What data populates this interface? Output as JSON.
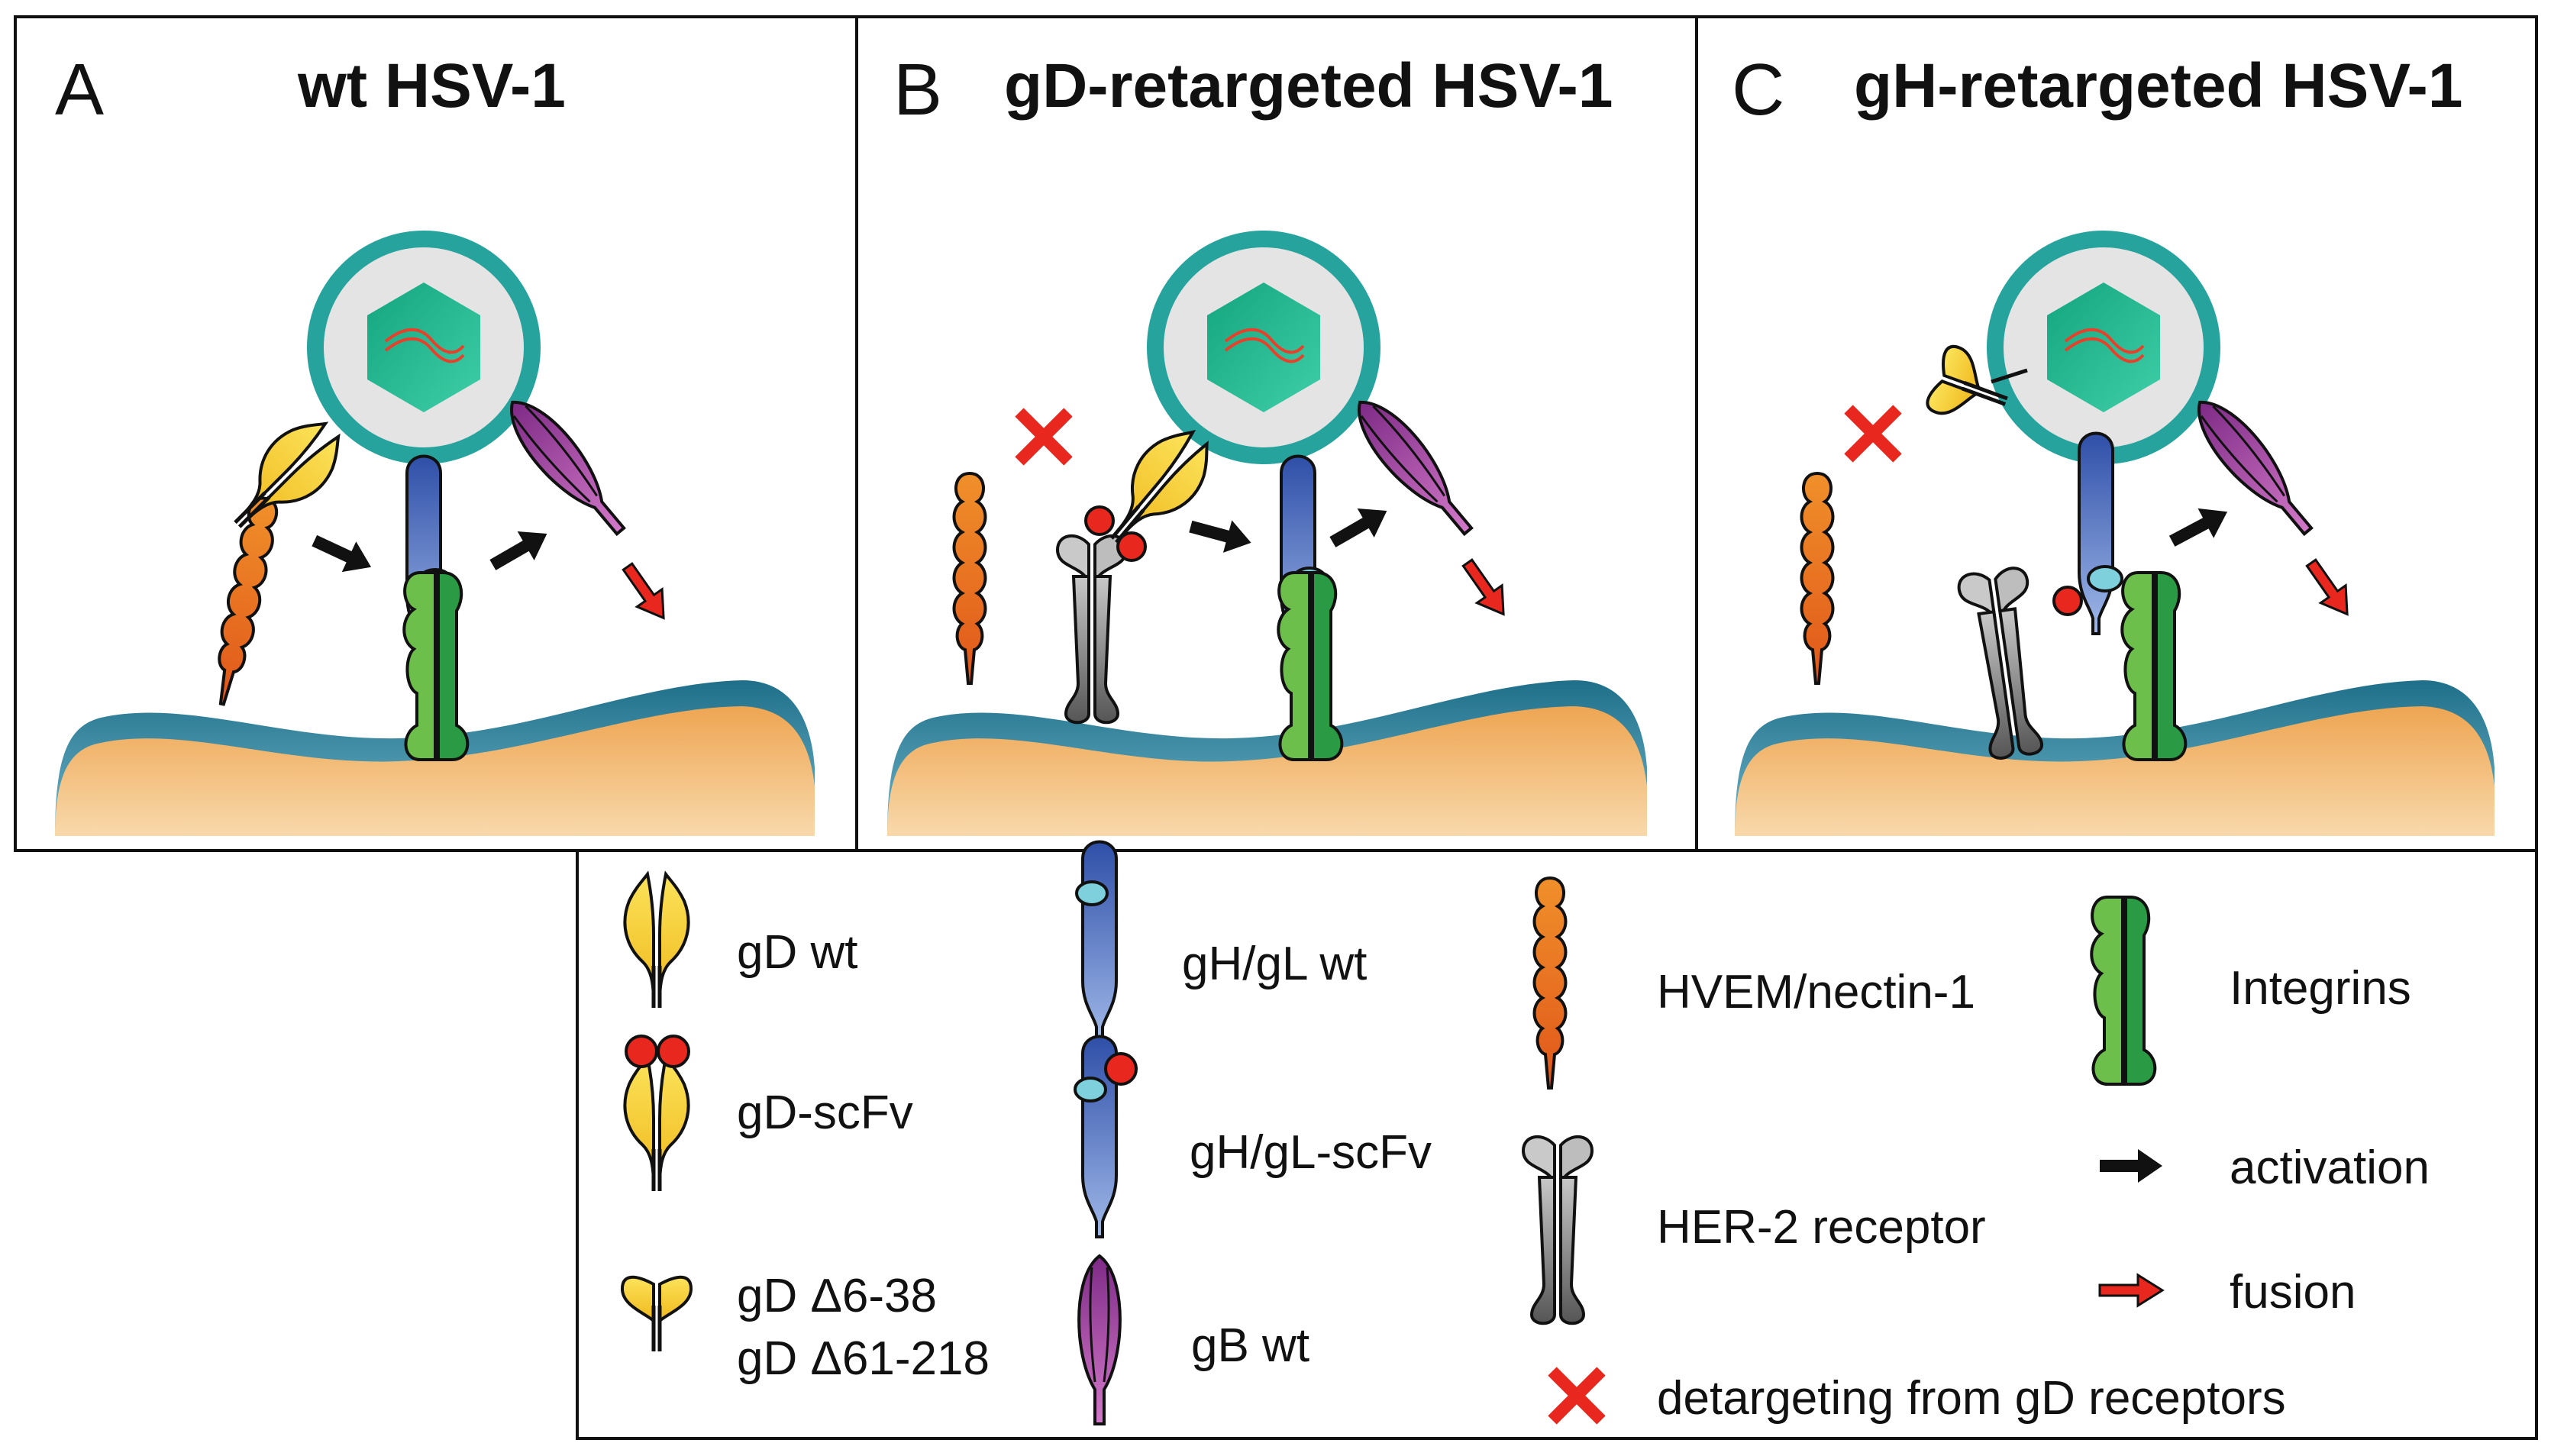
{
  "panels": [
    {
      "letter": "A",
      "title": "wt HSV-1"
    },
    {
      "letter": "B",
      "title": "gD-retargeted HSV-1"
    },
    {
      "letter": "C",
      "title": "gH-retargeted HSV-1"
    }
  ],
  "legend": {
    "gd_wt": "gD wt",
    "gd_scfv": "gD-scFv",
    "gd_del1": "gD Δ6-38",
    "gd_del2": "gD Δ61-218",
    "gh_wt": "gH/gL wt",
    "gh_scfv": "gH/gL-scFv",
    "gb_wt": "gB wt",
    "hvem": "HVEM/nectin-1",
    "her2": "HER-2 receptor",
    "integrins": "Integrins",
    "activation": "activation",
    "fusion": "fusion",
    "detargeting": "detargeting from gD receptors"
  },
  "colors": {
    "capsid_ring": "#2aa6a0",
    "capsid_fill": "#e6e6e6",
    "hexagon": "#22b08a",
    "dna": "#e8402a",
    "membrane": "#3a8fa8",
    "cell": "#f0b46a",
    "gd": "#f5cf2e",
    "gh": "#3f63b8",
    "gl": "#7ed0dc",
    "gb": "#a540a0",
    "hvem": "#e8741e",
    "her2": "#9a9a9a",
    "integrin_light": "#6cbf4a",
    "integrin_dark": "#2a9a45",
    "scfv": "#e8281e",
    "cross": "#e8281e",
    "activation_arrow": "#111111",
    "fusion_arrow": "#e8281e"
  }
}
